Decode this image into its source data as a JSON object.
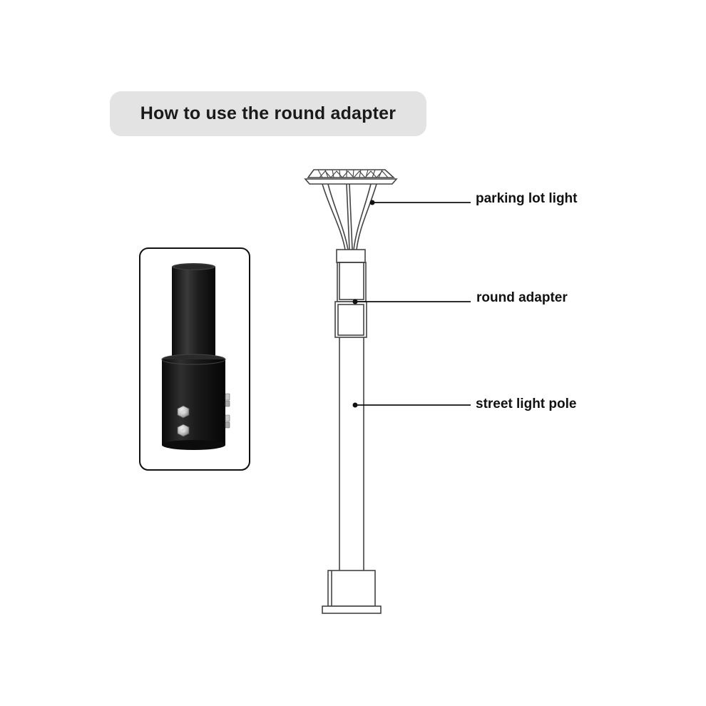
{
  "title": "How to use the round adapter",
  "callouts": {
    "parking_lot_light": "parking lot light",
    "round_adapter": "round adapter",
    "street_light_pole": "street light pole"
  },
  "colors": {
    "title_background": "#e3e3e3",
    "adapter_body": "#1c1c1c",
    "line_drawing": "#444444"
  },
  "icons": {
    "product_photo": "round-adapter-photo",
    "diagram": "street-light-pole-drawing"
  }
}
